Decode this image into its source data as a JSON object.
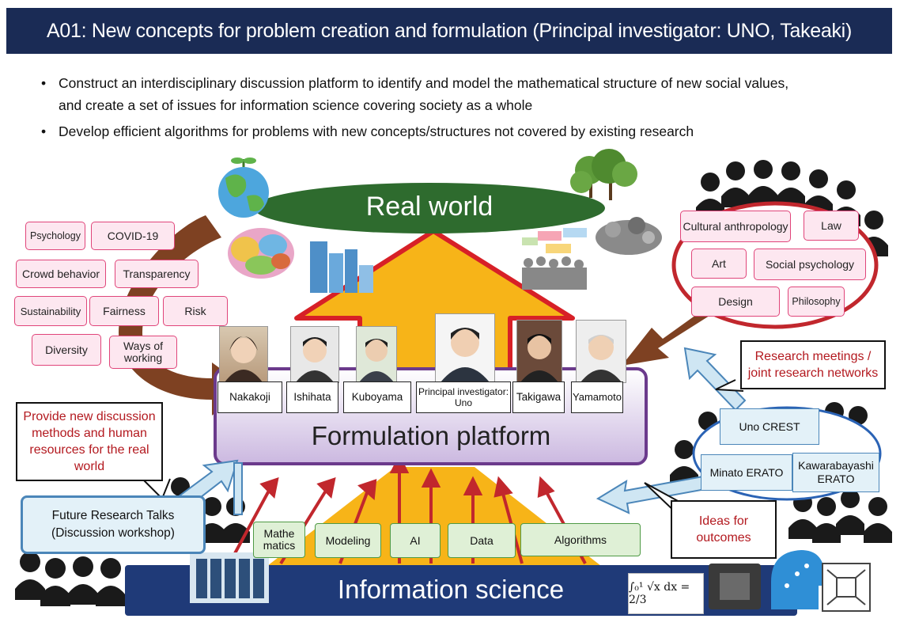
{
  "title": "A01: New concepts for problem creation and formulation (Principal investigator: UNO, Takeaki)",
  "bullets": [
    "Construct an interdisciplinary discussion platform to identify and model the mathematical structure of new social values,",
    "and create a set of issues for information science covering society as a whole",
    "Develop efficient algorithms for problems with new concepts/structures not covered by existing research"
  ],
  "bullet_marker": "•",
  "real_world": "Real world",
  "formulation_platform": "Formulation platform",
  "information_science": "Information science",
  "left_topics": [
    "Psychology",
    "COVID-19",
    "Crowd behavior",
    "Transparency",
    "Sustainability",
    "Fairness",
    "Risk",
    "Diversity",
    "Ways of working"
  ],
  "right_fields": [
    "Cultural anthropology",
    "Law",
    "Art",
    "Social psychology",
    "Design",
    "Philosophy"
  ],
  "members": [
    "Nakakoji",
    "Ishihata",
    "Kuboyama",
    "Principal investigator: Uno",
    "Takigawa",
    "Yamamoto"
  ],
  "science_areas": [
    "Mathe matics",
    "Modeling",
    "AI",
    "Data",
    "Algorithms"
  ],
  "projects": [
    "Uno CREST",
    "Minato ERATO",
    "Kawarabayashi ERATO"
  ],
  "callouts": {
    "research_meetings": "Research meetings / joint research networks",
    "provide_methods": "Provide new discussion methods and human resources for the real world",
    "ideas": "Ideas for outcomes"
  },
  "future_talks": "Future Research Talks (Discussion workshop)",
  "formula": "∫₀¹ √x dx = 2/3",
  "colors": {
    "title_bg": "#1a2b55",
    "real_world_green": "#2e6b2e",
    "arrow_yellow": "#f7b418",
    "arrow_red": "#d72027",
    "brown": "#7e4122",
    "platform_purple": "#6b3a8c",
    "info_navy": "#1f3a78",
    "pink_border": "#e0457a",
    "green_border": "#4f9a45",
    "blue_border": "#4b86b9"
  }
}
